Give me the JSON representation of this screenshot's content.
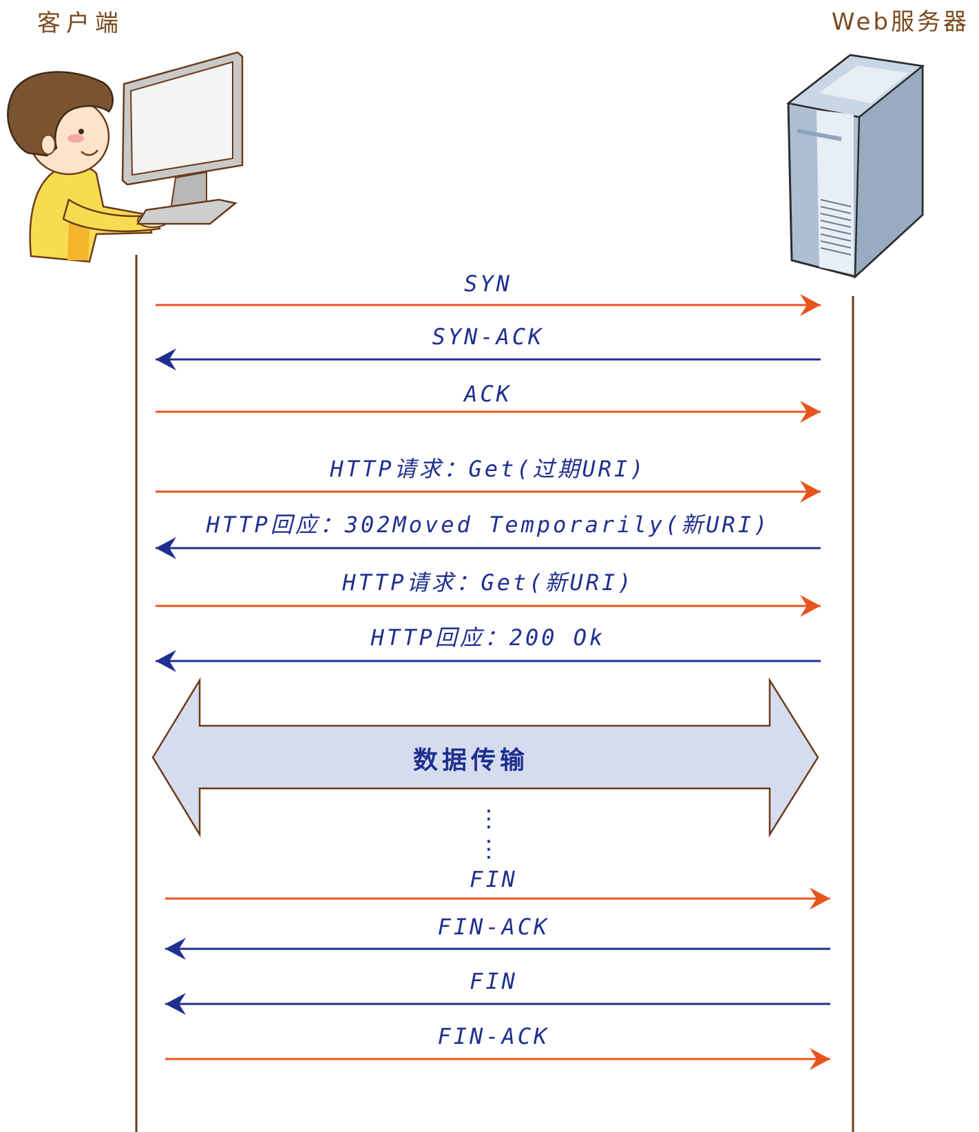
{
  "actors": {
    "client": "客户端",
    "server": "Web服务器"
  },
  "colors": {
    "client_to_server": "#e8541e",
    "server_to_client": "#1f2f8f",
    "lifeline": "#6b3a1a",
    "transfer_fill": "#d5dcef"
  },
  "messages": [
    {
      "label": "SYN",
      "direction": "client-to-server"
    },
    {
      "label": "SYN-ACK",
      "direction": "server-to-client"
    },
    {
      "label": "ACK",
      "direction": "client-to-server"
    },
    {
      "label": "HTTP请求：Get(过期URI)",
      "direction": "client-to-server"
    },
    {
      "label": "HTTP回应：302Moved Temporarily(新URI)",
      "direction": "server-to-client"
    },
    {
      "label": "HTTP请求：Get(新URI)",
      "direction": "client-to-server"
    },
    {
      "label": "HTTP回应：200 Ok",
      "direction": "server-to-client"
    },
    {
      "label": "FIN",
      "direction": "client-to-server"
    },
    {
      "label": "FIN-ACK",
      "direction": "server-to-client"
    },
    {
      "label": "FIN",
      "direction": "server-to-client"
    },
    {
      "label": "FIN-ACK",
      "direction": "client-to-server"
    }
  ],
  "transfer": {
    "label": "数据传输",
    "ellipsis": "⋮"
  }
}
